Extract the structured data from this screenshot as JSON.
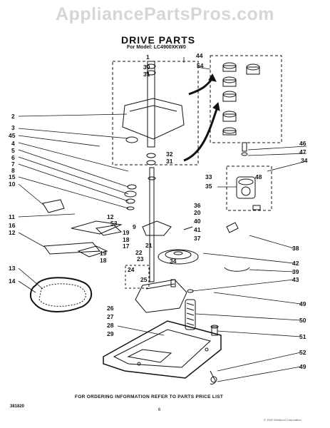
{
  "watermark": "AppliancePartsPros.com",
  "title": "DRIVE PARTS",
  "model_line": "For Model: LC4900XKW0",
  "footer_note": "FOR ORDERING INFORMATION REFER TO PARTS PRICE LIST",
  "part_code": "381820",
  "page_number": "6",
  "copyright": "© 1992 Whirlpool Corporation",
  "callouts": {
    "c44": "44",
    "c1": "1",
    "c30": "30",
    "c31a": "31",
    "c54": "54",
    "c2": "2",
    "c3": "3",
    "c45": "45",
    "c4": "4",
    "c5": "5",
    "c6": "6",
    "c7": "7",
    "c8": "8",
    "c15": "15",
    "c10": "10",
    "c11": "11",
    "c16": "16",
    "c12a": "12",
    "c53": "53",
    "c12b": "12",
    "c19a": "19",
    "c18a": "18",
    "c17": "17",
    "c19b": "19",
    "c18b": "18",
    "c13": "13",
    "c14": "14",
    "c32": "32",
    "c31b": "31",
    "c46": "46",
    "c47": "47",
    "c34a": "34",
    "c33": "33",
    "c48": "48",
    "c35": "35",
    "c36": "36",
    "c20": "20",
    "c40": "40",
    "c9": "9",
    "c41": "41",
    "c37": "37",
    "c21": "21",
    "c22": "22",
    "c23": "23",
    "c38": "38",
    "c34b": "34",
    "c42": "42",
    "c39": "39",
    "c24": "24",
    "c25": "25",
    "c43": "43",
    "c26": "26",
    "c49a": "49",
    "c27": "27",
    "c28": "28",
    "c50": "50",
    "c29": "29",
    "c51": "51",
    "c52": "52",
    "c49b": "49"
  }
}
